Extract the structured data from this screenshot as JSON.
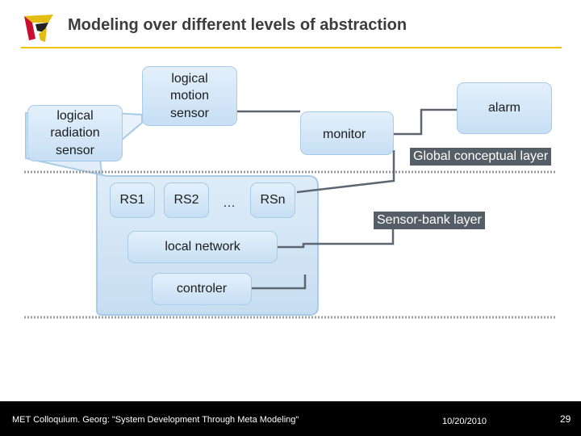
{
  "header": {
    "title": "Modeling over different levels of abstraction"
  },
  "diagram": {
    "logical_radiation_sensor": "logical\nradiation\nsensor",
    "logical_motion_sensor": "logical\nmotion\nsensor",
    "alarm": "alarm",
    "monitor": "monitor",
    "global_layer": "Global conceptual layer",
    "sensor_bank_layer": "Sensor-bank layer",
    "sensors": [
      "RS1",
      "RS2",
      "…",
      "RSn"
    ],
    "local_network": "local network",
    "controler": "controler"
  },
  "footer": {
    "citation": "MET Colloquium. Georg: \"System Development Through Meta Modeling\"",
    "date": "10/20/2010",
    "page": "29"
  },
  "colors": {
    "accent": "#f2c200",
    "box_fill": "#d5e8f8",
    "connector": "#5c6670",
    "footer_bg": "#000000"
  }
}
